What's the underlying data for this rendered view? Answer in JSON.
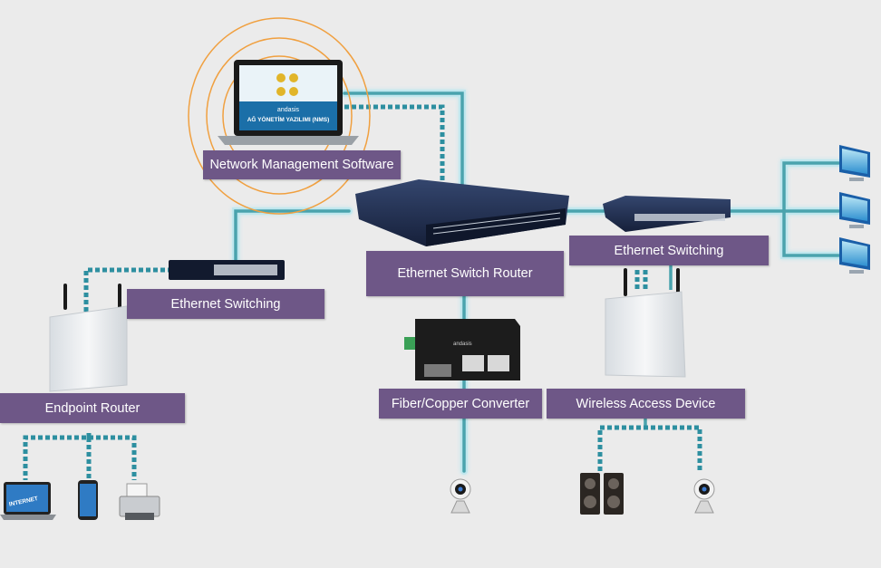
{
  "diagram": {
    "labels": {
      "nms": "Network Management Software",
      "switch_router": "Ethernet Switch Router",
      "switching_right": "Ethernet Switching",
      "switching_left": "Ethernet Switching",
      "endpoint_router": "Endpoint Router",
      "converter": "Fiber/Copper Converter",
      "wireless": "Wireless Access Device"
    },
    "laptop_screen": {
      "brand": "andasis",
      "title": "AĞ YÖNETİM YAZILIMI (NMS)"
    },
    "converter_brand": "andasis",
    "laptop_sticker": "INTERNET"
  },
  "colors": {
    "label_bg": "#6e5787",
    "cable": "#3f9aa6",
    "cable_glow": "#9fe3ef",
    "dotted": "#2d8fa0",
    "rings": "#f0a040",
    "device_dark": "#1d2a45"
  }
}
